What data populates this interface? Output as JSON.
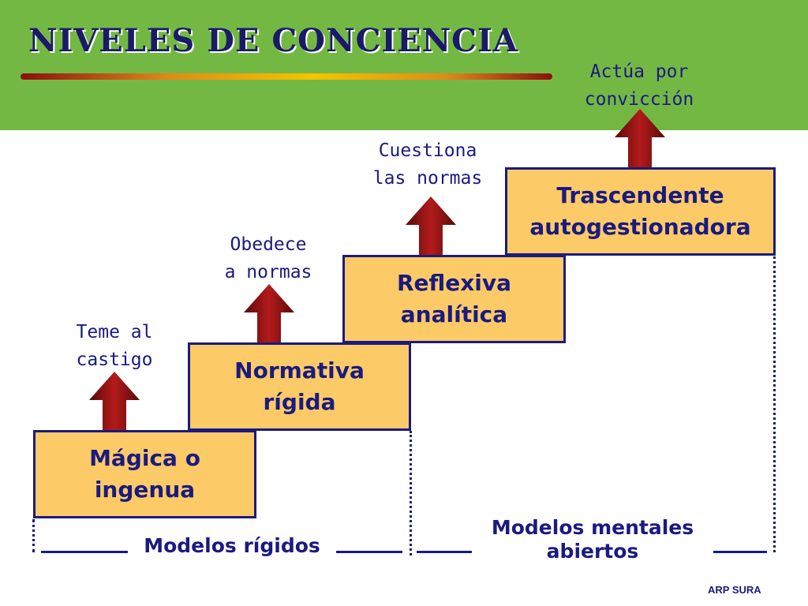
{
  "title": "NIVELES DE CONCIENCIA",
  "steps": [
    {
      "label": "Mágica o\ningenua",
      "note": "Teme al\ncastigo"
    },
    {
      "label": "Normativa\nrígida",
      "note": "Obedece\na normas"
    },
    {
      "label": "Reflexiva\nanalítica",
      "note": "Cuestiona\nlas normas"
    },
    {
      "label": "Trascendente\nautogestionadora",
      "note": "Actúa por\nconvicción"
    }
  ],
  "groups": {
    "rigid": "Modelos rígidos",
    "open": "Modelos mentales\nabiertos"
  },
  "footer": "ARP SURA",
  "colors": {
    "header_green": "#74b844",
    "step_fill": "#fccb67",
    "navy": "#1a1a80",
    "arrow_red": "#8b1212"
  },
  "icons": {
    "arrow": "up-arrow-icon"
  }
}
